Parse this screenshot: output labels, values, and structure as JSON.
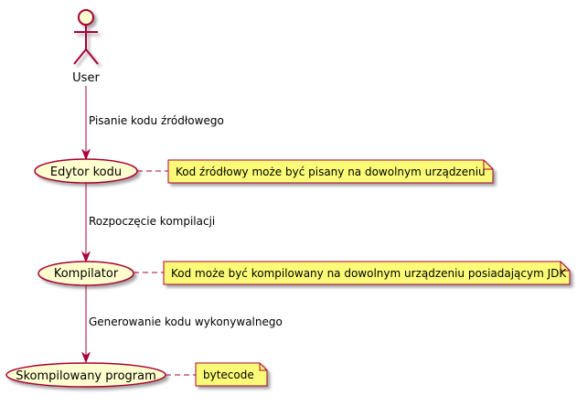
{
  "actor": {
    "label": "User"
  },
  "edges": [
    {
      "label": "Pisanie kodu źródłowego"
    },
    {
      "label": "Rozpoczęcie kompilacji"
    },
    {
      "label": "Generowanie kodu wykonywalnego"
    }
  ],
  "usecases": [
    {
      "label": "Edytor kodu"
    },
    {
      "label": "Kompilator"
    },
    {
      "label": "Skompilowany program"
    }
  ],
  "notes": [
    {
      "text": "Kod źródłowy może być pisany na dowolnym urządzeniu"
    },
    {
      "text": "Kod może być kompilowany na dowolnym urządzeniu posiadającym JDK"
    },
    {
      "text": "bytecode"
    }
  ],
  "colors": {
    "line": "#A80036",
    "usecase_fill": "#FEFECE",
    "note_fill": "#FBFB77",
    "shadow": "#CCCCCC"
  }
}
